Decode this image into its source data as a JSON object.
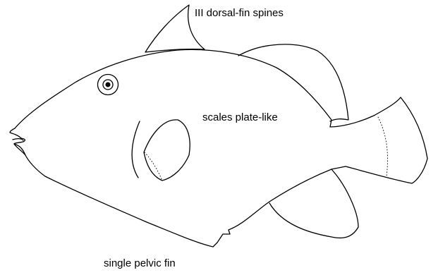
{
  "diagram": {
    "subject": "triggerfish outline drawing",
    "labels": {
      "dorsal_spines": "III dorsal-fin spines",
      "scales": "scales plate-like",
      "pelvic_fin": "single pelvic fin"
    },
    "colors": {
      "line": "#000000",
      "background": "#ffffff"
    }
  }
}
